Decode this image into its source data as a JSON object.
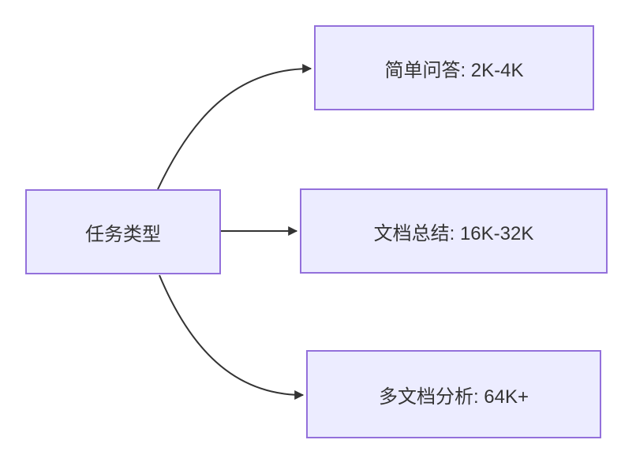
{
  "diagram": {
    "type": "flowchart",
    "direction": "left-to-right",
    "root": {
      "id": "root",
      "label": "任务类型"
    },
    "nodes": [
      {
        "id": "A",
        "label": "简单问答: 2K-4K"
      },
      {
        "id": "B",
        "label": "文档总结: 16K-32K"
      },
      {
        "id": "C",
        "label": "多文档分析: 64K+"
      }
    ],
    "edges": [
      {
        "from": "root",
        "to": "A",
        "arrow": "arrowhead"
      },
      {
        "from": "root",
        "to": "B",
        "arrow": "arrowhead"
      },
      {
        "from": "root",
        "to": "C",
        "arrow": "arrowhead"
      }
    ],
    "colors": {
      "background": "#FFFFFF",
      "node_fill": "#ECECFF",
      "node_border": "#9370DB",
      "edge": "#333333",
      "text": "#333333"
    }
  }
}
